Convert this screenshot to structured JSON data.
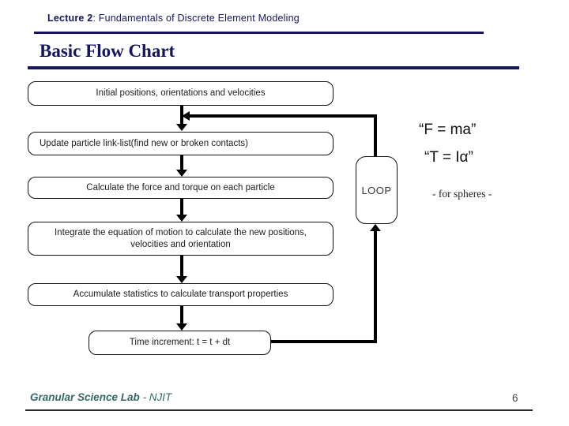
{
  "header": {
    "lecture_bold": "Lecture 2",
    "lecture_rest": ":  Fundamentals of Discrete Element Modeling"
  },
  "title": "Basic Flow Chart",
  "flowchart": {
    "boxes": [
      {
        "label": "Initial positions, orientations and velocities"
      },
      {
        "label": "Update particle link-list(find new or broken contacts)"
      },
      {
        "label": "Calculate the force and torque on each particle"
      },
      {
        "label": "Integrate the equation of motion to calculate the new positions, velocities and orientation"
      },
      {
        "label": "Accumulate statistics to calculate transport properties"
      },
      {
        "label": "Time increment: t = t + dt"
      }
    ],
    "loop_label": "LOOP"
  },
  "annotations": {
    "newton_force": "“F = ma”",
    "newton_torque": "“T = Iα”",
    "spheres_note": "- for spheres -"
  },
  "footer": {
    "lab_bold": "Granular Science Lab",
    "lab_rest": " - NJIT",
    "page_number": "6"
  },
  "colors": {
    "navy_accent": "#15155E",
    "footer_teal": "#346868",
    "arrow_black": "#000000"
  }
}
